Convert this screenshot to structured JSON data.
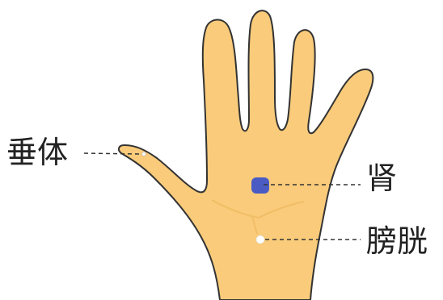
{
  "labels": {
    "chuiti": "垂体",
    "shen": "肾",
    "pangguang": "膀胱"
  },
  "colors": {
    "skin": "#F9CB7A",
    "outline": "#333333",
    "kidney_point": "#4A5BC4",
    "bladder_point": "#FFFFFF",
    "leader_line": "#333333"
  }
}
